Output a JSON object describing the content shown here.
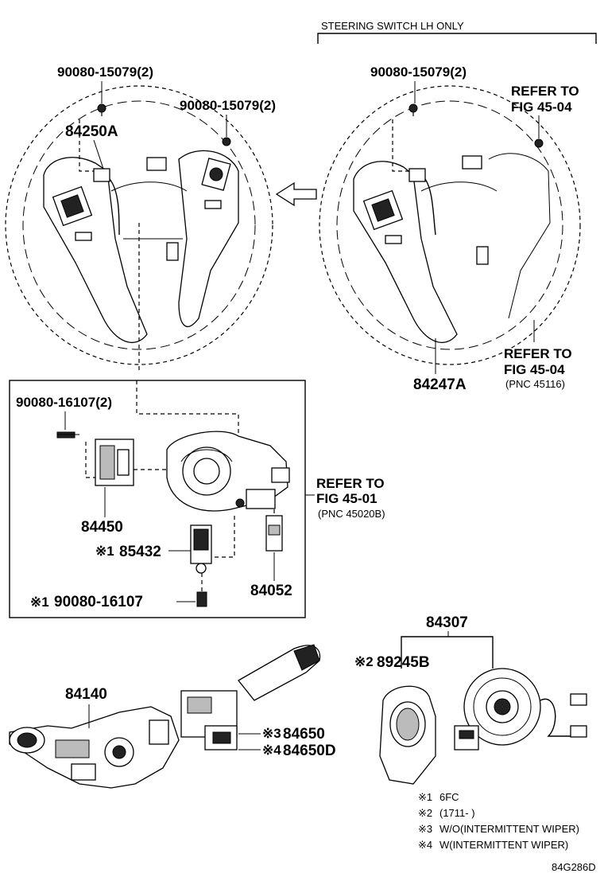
{
  "header": {
    "steering_switch_lh_only": "STEERING SWITCH LH ONLY"
  },
  "labels": {
    "bolt_left_top": "90080-15079(2)",
    "bolt_left_right": "90080-15079(2)",
    "bolt_right_top": "90080-15079(2)",
    "switch_left": "84250A",
    "switch_right": "84247A",
    "bolt_box": "90080-16107(2)",
    "part_84450": "84450",
    "part_85432": "85432",
    "part_85432_mark": "※1",
    "part_84052": "84052",
    "bolt_box_bottom": "90080-16107",
    "bolt_box_bottom_mark": "※1",
    "part_84307": "84307",
    "part_89245b": "89245B",
    "part_89245b_mark": "※2",
    "part_84140": "84140",
    "part_84650": "84650",
    "part_84650_mark": "※3",
    "part_84650d": "84650D",
    "part_84650d_mark": "※4",
    "diagram_code": "84G286D"
  },
  "references": {
    "ref_top_line1": "REFER TO",
    "ref_top_line2": "FIG 45-04",
    "ref_bottom_line1": "REFER TO",
    "ref_bottom_line2": "FIG 45-04",
    "ref_bottom_line3": "(PNC 45116)",
    "ref_box_line1": "REFER TO",
    "ref_box_line2": "FIG 45-01",
    "ref_box_line3": "(PNC 45020B)"
  },
  "notes": [
    {
      "mark": "※1",
      "text": "6FC"
    },
    {
      "mark": "※2",
      "text": "(1711-      )"
    },
    {
      "mark": "※3",
      "text": "W/O(INTERMITTENT WIPER)"
    },
    {
      "mark": "※4",
      "text": "W(INTERMITTENT WIPER)"
    }
  ]
}
